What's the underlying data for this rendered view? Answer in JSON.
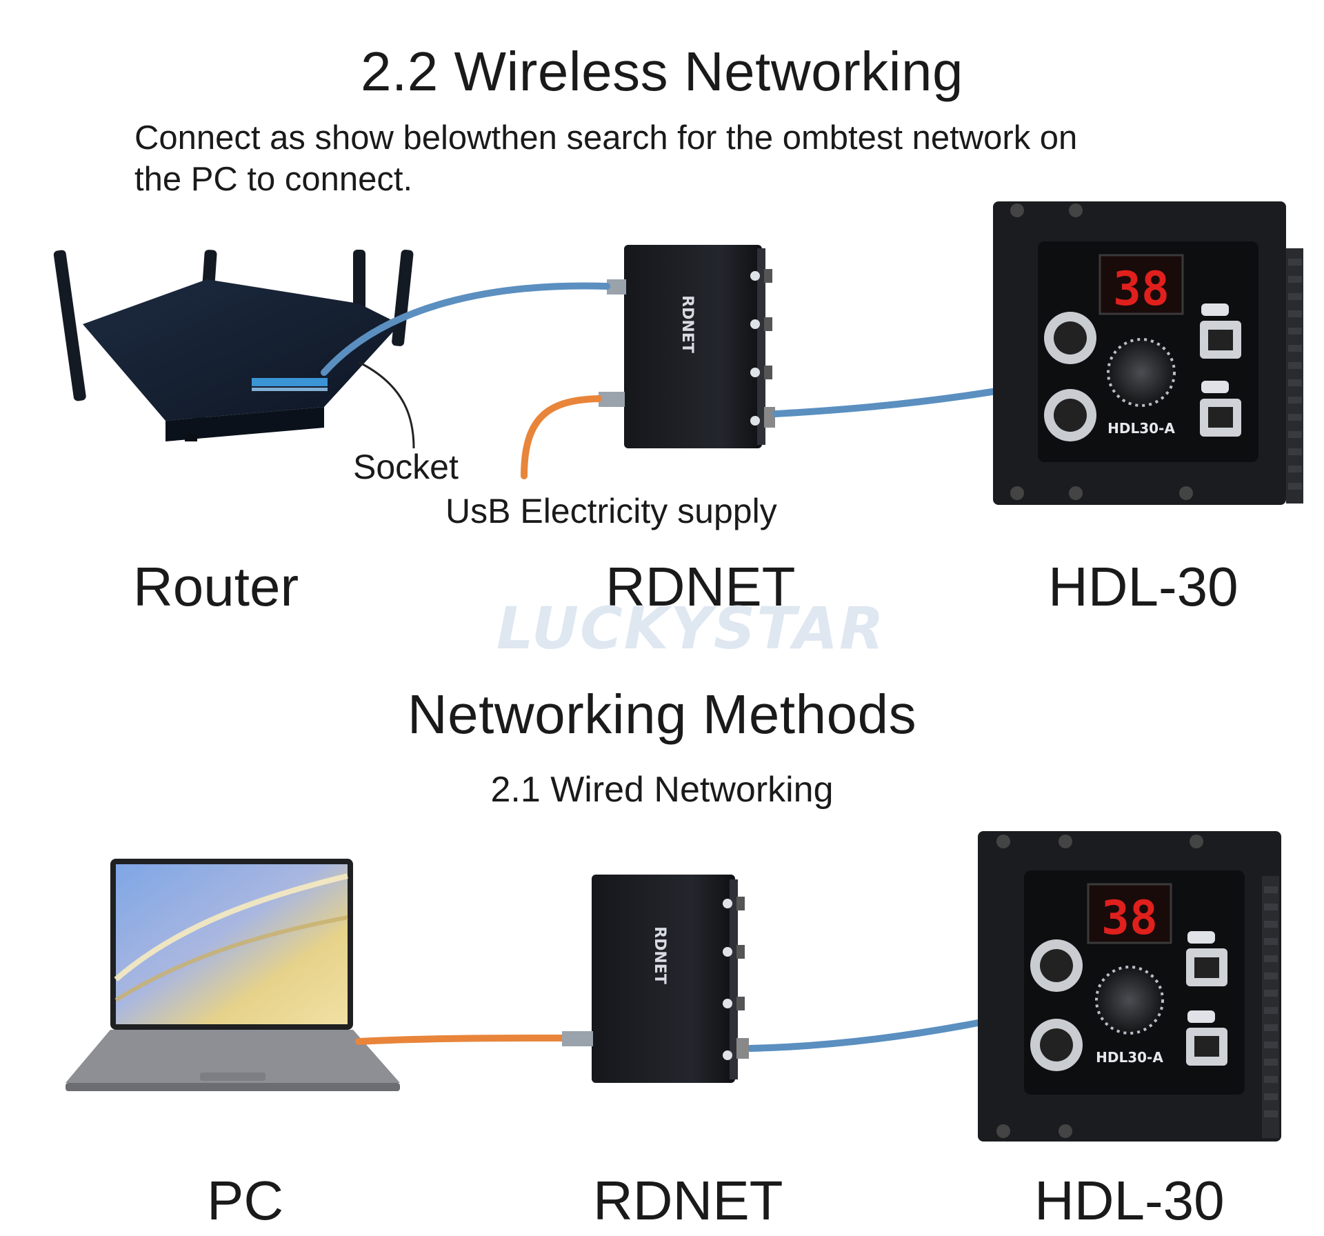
{
  "section_wireless": {
    "title": "2.2 Wireless Networking",
    "intro_line1": "Connect as show belowthen search for the ombtest network on",
    "intro_line2": "the PC to connect.",
    "annotation_socket": "Socket",
    "annotation_usb": "UsB Electricity supply",
    "device_labels": [
      "Router",
      "RDNET",
      "HDL-30"
    ]
  },
  "device_text": {
    "box_brand": "RDNET",
    "panel_model": "HDL30-A",
    "display_value": "38"
  },
  "watermark": "LUCKYSTAR",
  "section_methods": {
    "title": "Networking Methods",
    "subtitle": "2.1 Wired Networking",
    "device_labels": [
      "PC",
      "RDNET",
      "HDL-30"
    ]
  },
  "colors": {
    "lan_cable": "#5a8fc0",
    "usb_cable": "#e8853a",
    "device_body": "#1b1d21",
    "display_red": "#e0201c"
  }
}
